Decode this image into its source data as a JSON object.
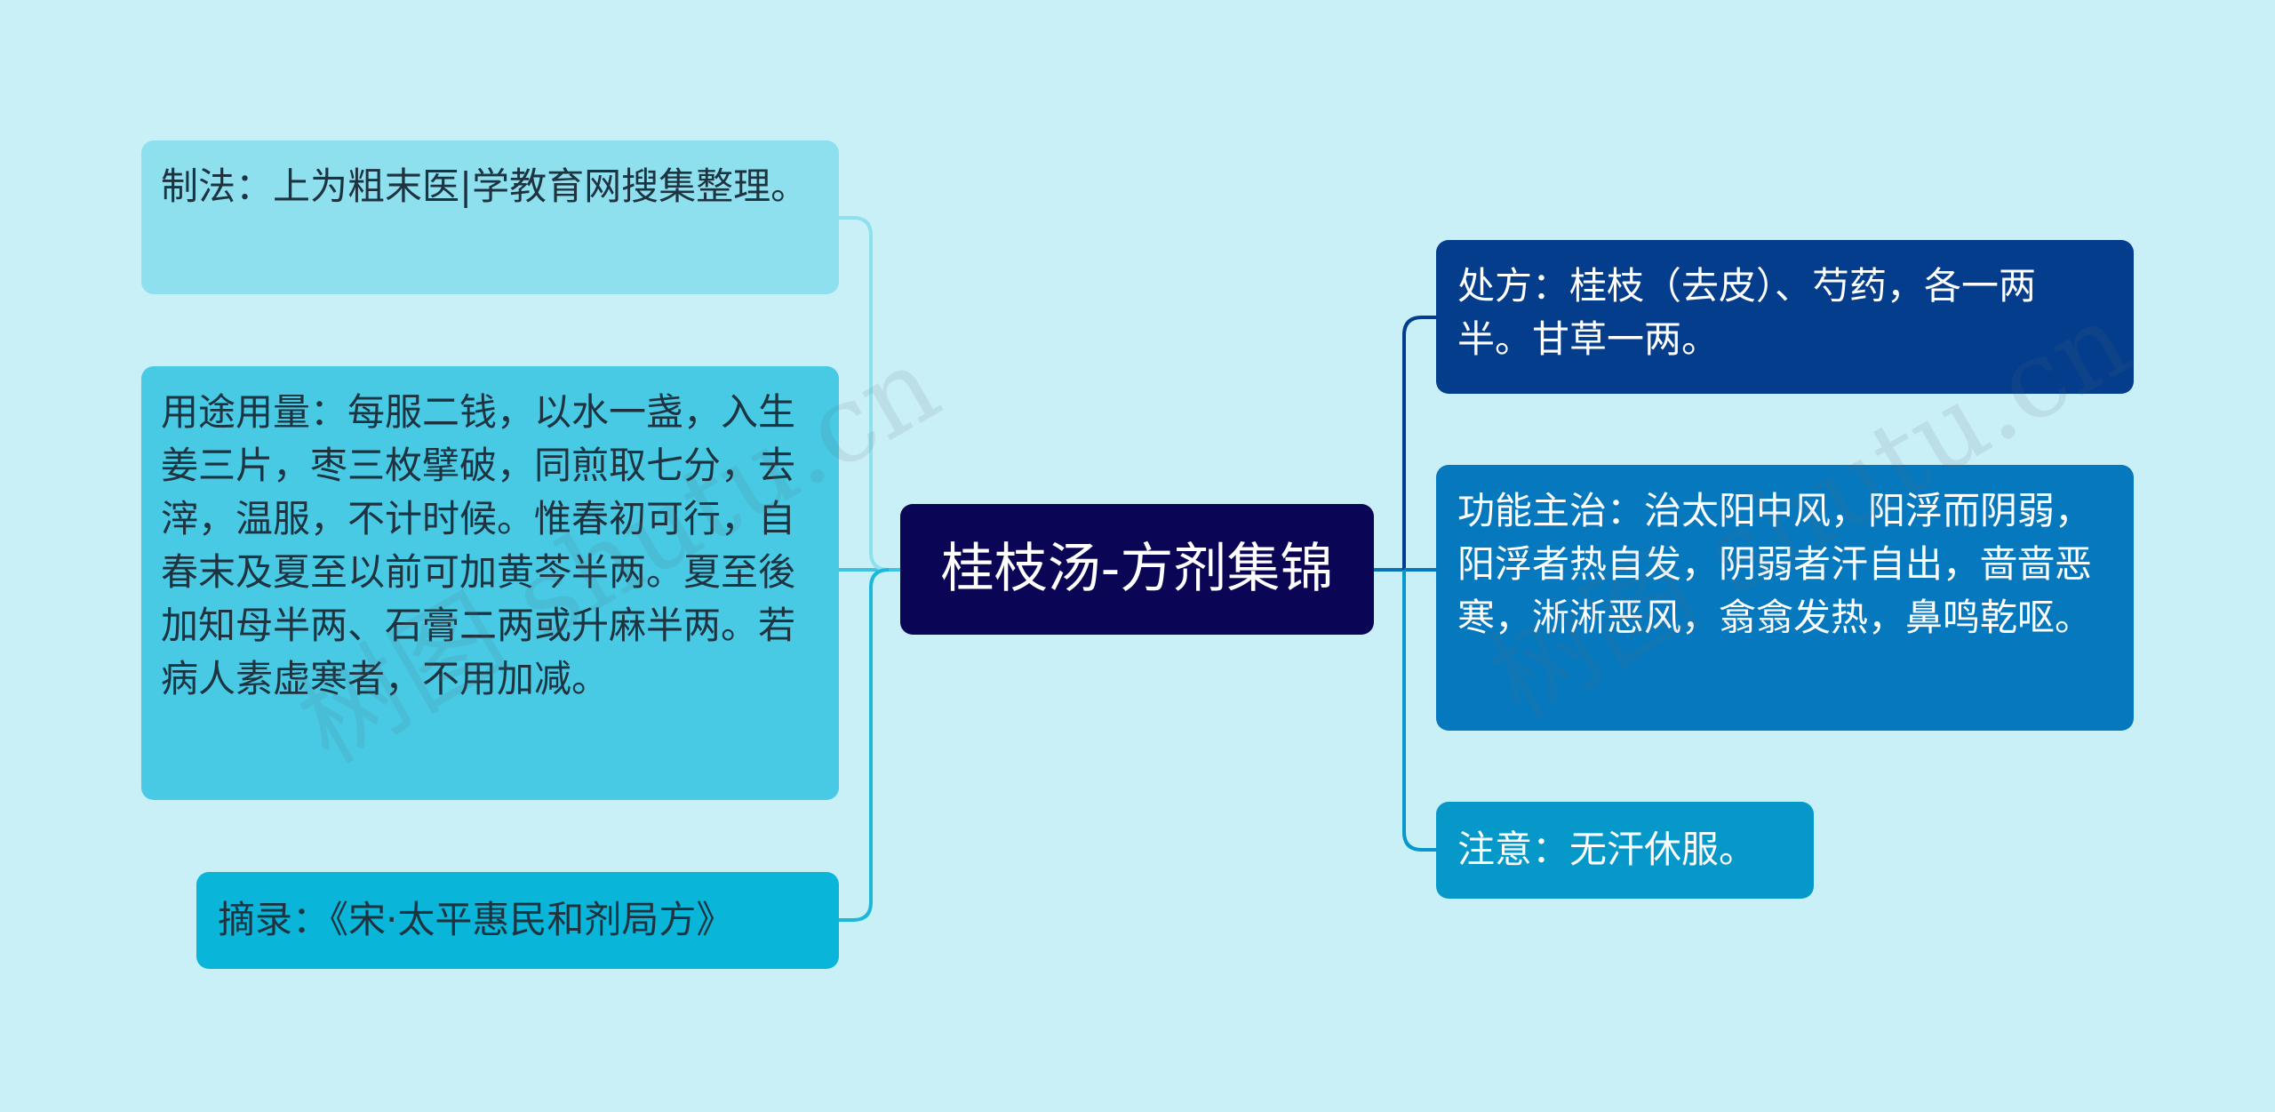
{
  "mindmap": {
    "central": "桂枝汤-方剂集锦",
    "left_nodes": [
      "制法：上为粗末医|学教育网搜集整理。",
      "用途用量：每服二钱，以水一盏，入生姜三片，枣三枚擘破，同煎取七分，去滓，温服，不计时候。惟春初可行，自春末及夏至以前可加黄芩半两。夏至後加知母半两、石膏二两或升麻半两。若病人素虚寒者，不用加减。",
      "摘录：《宋·太平惠民和剂局方》"
    ],
    "right_nodes": [
      "处方：桂枝（去皮）、芍药，各一两半。甘草一两。",
      "功能主治：治太阳中风，阳浮而阴弱，阳浮者热自发，阴弱者汗自出，啬啬恶寒，淅淅恶风，翕翕发热，鼻鸣乾呕。",
      "注意：无汗休服。"
    ]
  },
  "watermark": "树图 shutu.cn",
  "colors": {
    "background": "#c9eff7",
    "central": "#0a0655",
    "left_1": "#8ee0ef",
    "left_2": "#48c9e4",
    "left_3": "#09b5d8",
    "right_1": "#043d8b",
    "right_2": "#0678bd",
    "right_3": "#0598c8",
    "left_connector": "#3fc3df",
    "right_connector": "#0874b5"
  }
}
